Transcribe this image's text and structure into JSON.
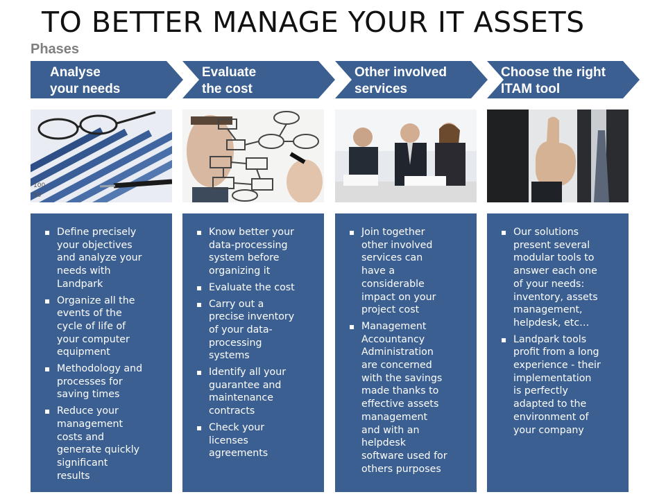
{
  "title": "TO BETTER MANAGE YOUR IT ASSETS",
  "subtitle": "Phases",
  "phases": [
    {
      "label": "Analyse\nyour needs",
      "bullets": [
        "Define precisely\nyour objectives\nand analyze your\nneeds with\nLandpark",
        "Organize all the\nevents of the\ncycle of life of\nyour computer\nequipment",
        "Methodology and\nprocesses for\nsaving times",
        "Reduce your\nmanagement\ncosts and\ngenerate quickly\nsignificant\nresults"
      ]
    },
    {
      "label": "Evaluate\nthe cost",
      "bullets": [
        "Know better your\ndata-processing\nsystem before\norganizing it",
        "Evaluate the cost",
        "Carry out a\nprecise inventory\nof your data-\nprocessing\nsystems",
        "Identify all your\nguarantee and\nmaintenance\ncontracts",
        "Check your\nlicenses\nagreements"
      ]
    },
    {
      "label": "Other involved\nservices",
      "bullets": [
        "Join together\nother involved\nservices can\nhave a\nconsiderable\nimpact on your\nproject cost",
        "Management\nAccountancy\nAdministration\nare concerned\nwith the savings\nmade thanks to\neffective assets\nmanagement\nand with an\nhelpdesk\nsoftware used for\nothers purposes"
      ]
    },
    {
      "label": "Choose the right\nITAM tool",
      "bullets": [
        "Our solutions\npresent several\nmodular tools to\nanswer each one\nof your needs:\ninventory, assets\nmanagement,\nhelpdesk, etc…",
        "Landpark tools\nprofit from a long\nexperience - their\nimplementation\nis perfectly\nadapted to the\nenvironment of\nyour company"
      ]
    }
  ],
  "colors": {
    "accent": "#3b5f91",
    "subtitle": "#7f7f7f"
  }
}
